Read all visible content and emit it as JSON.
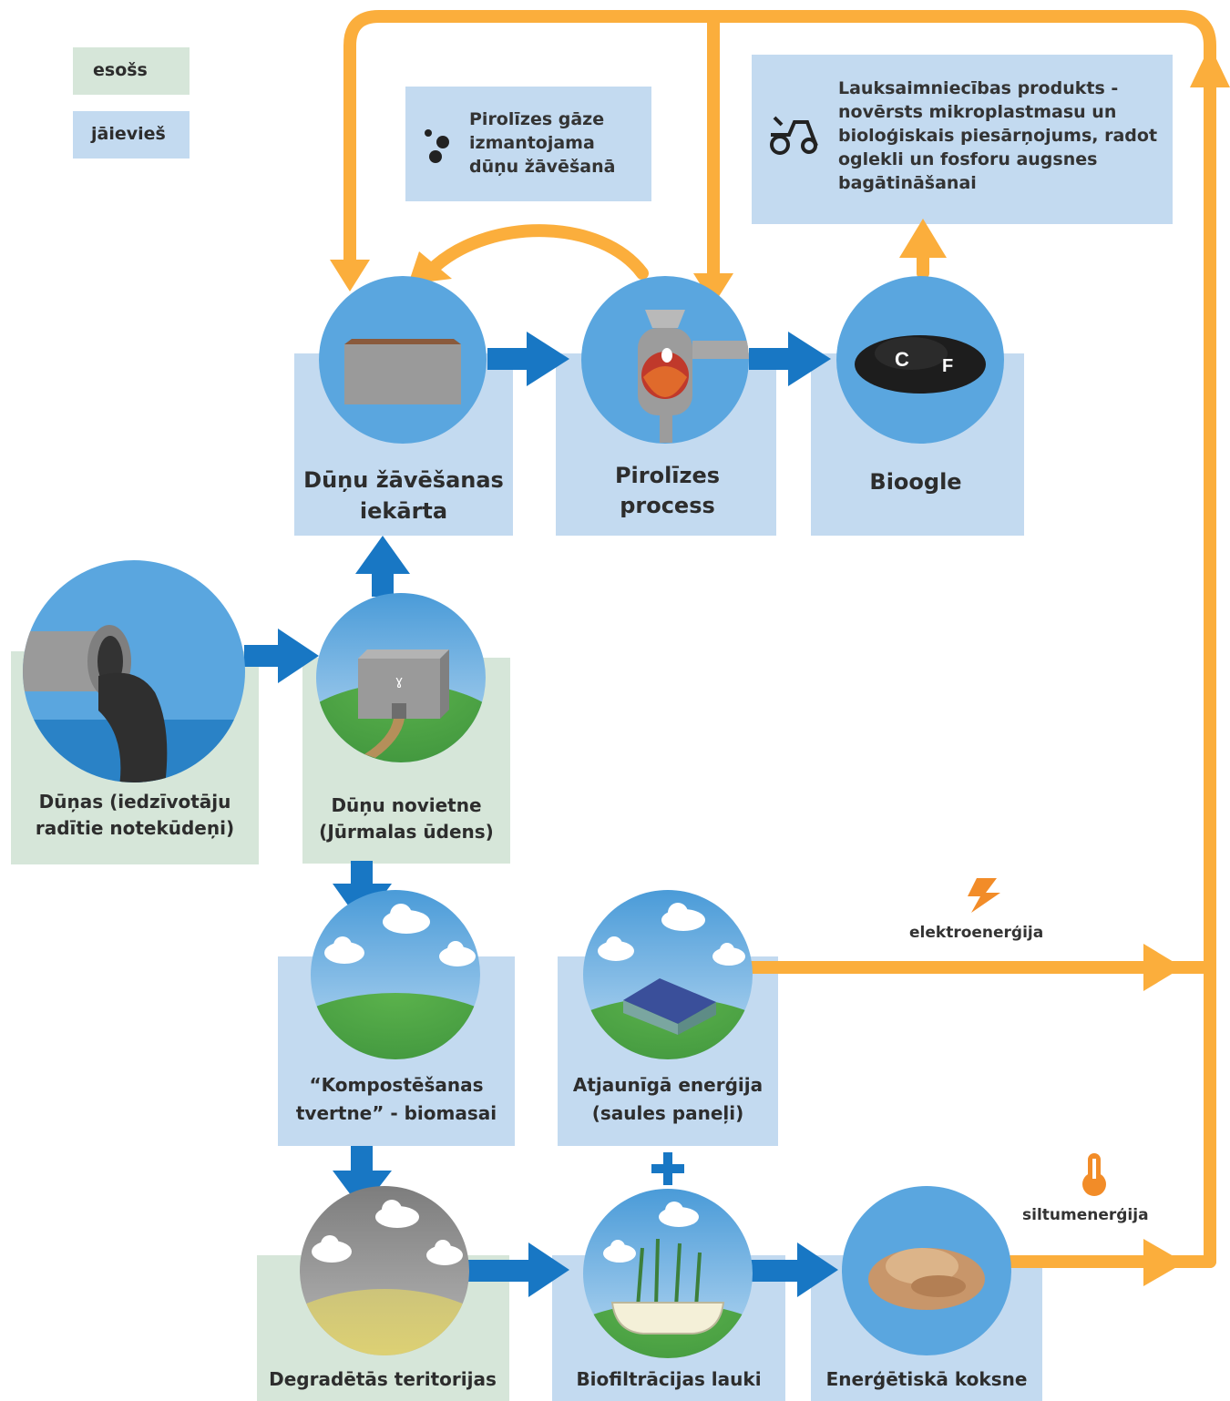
{
  "legend": {
    "existing": "esošs",
    "planned": "jāievieš"
  },
  "colors": {
    "existing_box": "#d6e6d9",
    "planned_box": "#c3daf0",
    "circle": "#5aa6df",
    "blue_arrow": "#1877c4",
    "orange_arrow": "#fbae3c"
  },
  "nodes": {
    "sludge": "Dūņas (iedzīvotāju radītie notekūdeņi)",
    "storage": "Dūņu novietne (Jūrmalas ūdens)",
    "dryer": "Dūņu žāvēšanas iekārta",
    "pyrolysis": "Pirolīzes process",
    "biochar": "Bioogle",
    "compost": "“Kompostēšanas tvertne” - biomasai",
    "solar": "Atjaunīgā enerģija (saules paneļi)",
    "degraded": "Degradētās teritorijas",
    "biofilter": "Biofiltrācijas lauki",
    "energywood": "Enerģētiskā koksne"
  },
  "notes": {
    "pyrolysis_gas": "Pirolīzes gāze izmantojama dūņu žāvēšanā",
    "agri_product": "Lauksaimniecības produkts - novērsts mikroplastmasu un bioloģiskais piesārņojums, radot oglekli un fosforu augsnes bagātināšanai"
  },
  "biochar_letters": [
    "C",
    "F"
  ],
  "flows": {
    "electricity": "elektroenerģija",
    "heat": "siltumenerģija"
  },
  "icons": [
    "tractor-icon",
    "gas-bubbles-icon",
    "lightning-icon",
    "thermometer-icon",
    "plus-icon"
  ]
}
